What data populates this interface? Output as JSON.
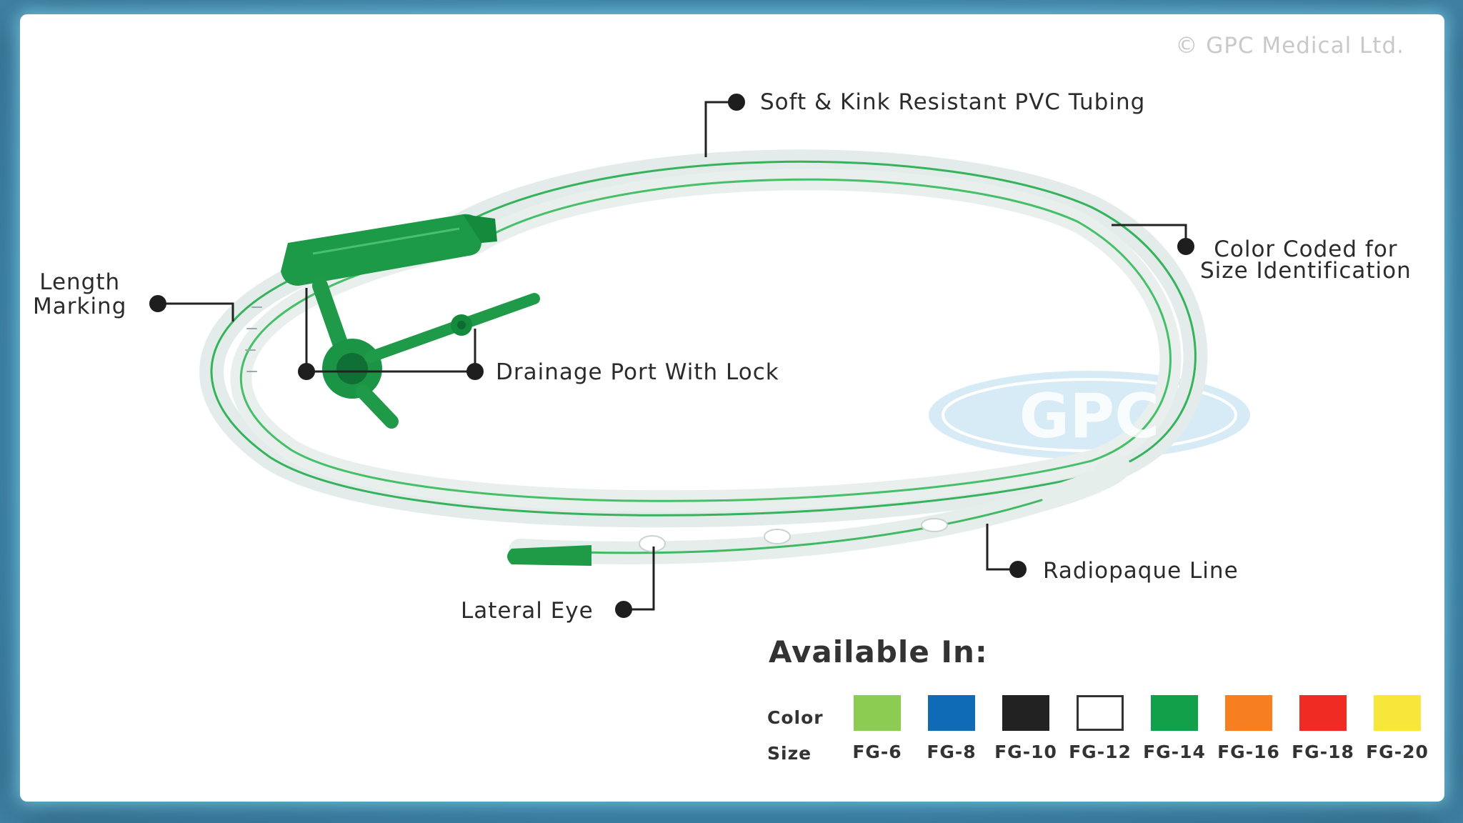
{
  "copyright": "© GPC Medical Ltd.",
  "watermark": "GPC",
  "callouts": {
    "tubing": "Soft & Kink Resistant PVC Tubing",
    "color_coded_line1": "Color Coded for",
    "color_coded_line2": "Size Identification",
    "length_line1": "Length",
    "length_line2": "Marking",
    "drainage": "Drainage Port With Lock",
    "radiopaque": "Radiopaque Line",
    "lateral": "Lateral Eye"
  },
  "available": {
    "title": "Available In:",
    "color_label": "Color",
    "size_label": "Size",
    "options": [
      {
        "size": "FG-6",
        "color": "#8ccc52"
      },
      {
        "size": "FG-8",
        "color": "#0f6bb5"
      },
      {
        "size": "FG-10",
        "color": "#222222"
      },
      {
        "size": "FG-12",
        "color": "#ffffff"
      },
      {
        "size": "FG-14",
        "color": "#12a04a"
      },
      {
        "size": "FG-16",
        "color": "#f77f22"
      },
      {
        "size": "FG-18",
        "color": "#ef2b24"
      },
      {
        "size": "FG-20",
        "color": "#f7e73a"
      }
    ]
  }
}
